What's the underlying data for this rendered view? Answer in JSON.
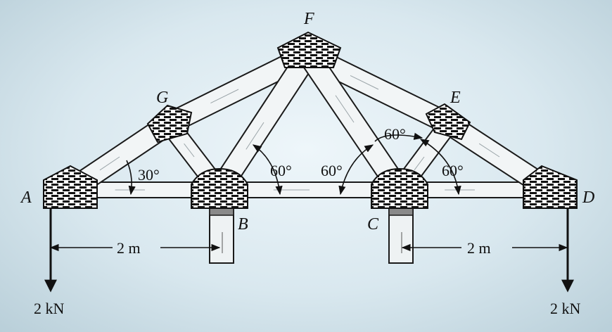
{
  "nodes": {
    "A": "A",
    "B": "B",
    "C": "C",
    "D": "D",
    "E": "E",
    "F": "F",
    "G": "G"
  },
  "angles": {
    "a30": "30°",
    "a60_left": "60°",
    "a60_center": "60°",
    "a60_top": "60°",
    "a60_right": "60°"
  },
  "dimensions": {
    "left": "2 m",
    "right": "2 m"
  },
  "loads": {
    "left": "2 kN",
    "right": "2 kN"
  },
  "colors": {
    "member_fill": "#f2f5f6",
    "member_stroke": "#1a1a1a",
    "gusset_fill": "#ffffff",
    "brick": "#111111",
    "background": "#dbe8ee"
  }
}
